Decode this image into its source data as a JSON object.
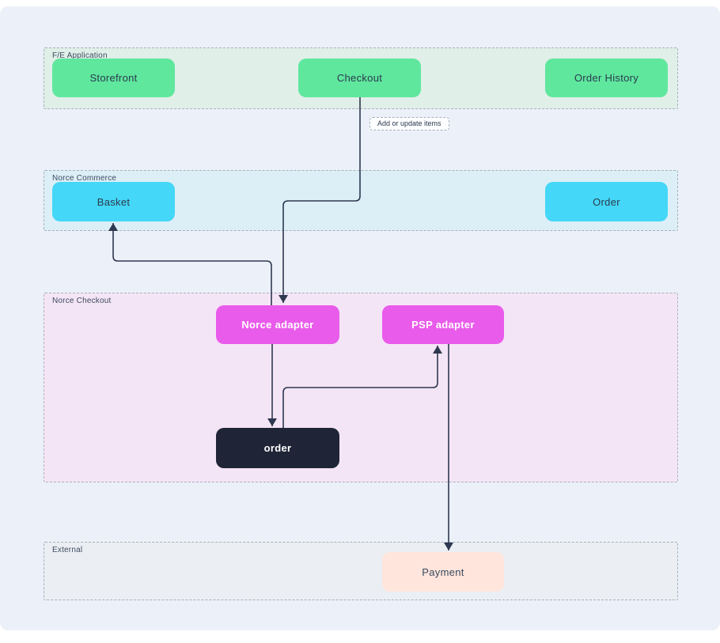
{
  "diagram": {
    "sections": {
      "fe": {
        "label": "F/E Application"
      },
      "commerce": {
        "label": "Norce Commerce"
      },
      "checkout": {
        "label": "Norce Checkout"
      },
      "external": {
        "label": "External"
      }
    },
    "nodes": {
      "storefront": {
        "label": "Storefront",
        "section": "F/E Application"
      },
      "checkout": {
        "label": "Checkout",
        "section": "F/E Application"
      },
      "order_history": {
        "label": "Order History",
        "section": "F/E Application"
      },
      "basket": {
        "label": "Basket",
        "section": "Norce Commerce"
      },
      "order": {
        "label": "Order",
        "section": "Norce Commerce"
      },
      "norce_adapter": {
        "label": "Norce adapter",
        "section": "Norce Checkout"
      },
      "psp_adapter": {
        "label": "PSP adapter",
        "section": "Norce Checkout"
      },
      "order_record": {
        "label": "order",
        "section": "Norce Checkout"
      },
      "payment": {
        "label": "Payment",
        "section": "External"
      }
    },
    "edges": [
      {
        "from": "Checkout",
        "to": "Norce adapter",
        "label": "Add or update items"
      },
      {
        "from": "Norce adapter",
        "to": "Basket",
        "label": ""
      },
      {
        "from": "Norce adapter",
        "to": "order",
        "label": ""
      },
      {
        "from": "order",
        "to": "PSP adapter",
        "label": ""
      },
      {
        "from": "PSP adapter",
        "to": "Payment",
        "label": ""
      }
    ],
    "colors": {
      "canvas_bg": "#ECF1F9",
      "fe_section_bg": "#E0EFE8",
      "commerce_section_bg": "#DCEFF7",
      "checkout_section_bg": "#F4E5F6",
      "external_section_bg": "#EBEEF2",
      "frontend_node": "#5FE79E",
      "commerce_node": "#44D7F7",
      "adapter_node": "#E95BEA",
      "record_node": "#1F2537",
      "external_node": "#FFE5DC",
      "arrow": "#2E3850"
    }
  }
}
